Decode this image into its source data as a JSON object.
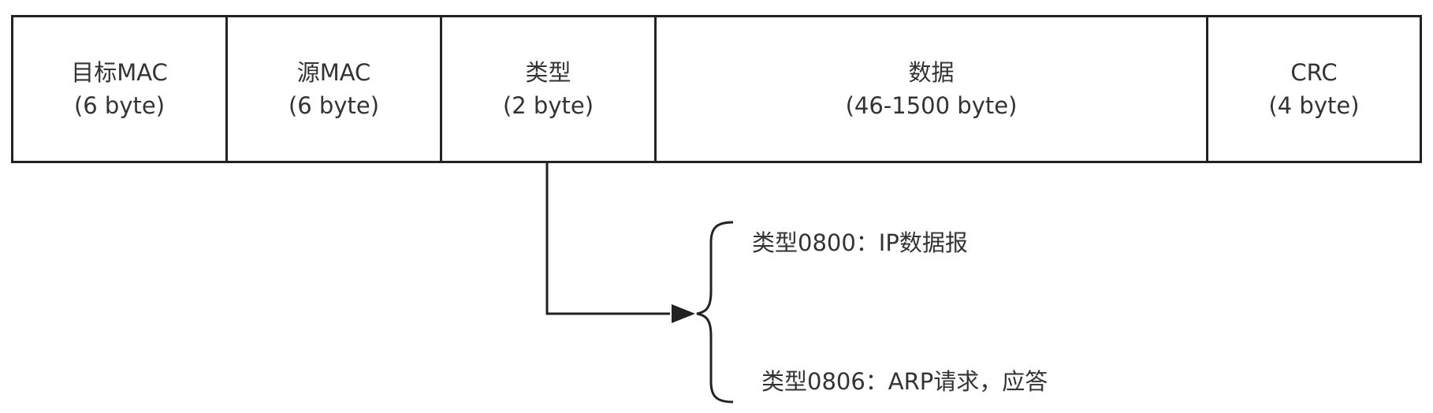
{
  "frame_fields": [
    {
      "name": "目标MAC",
      "size": "(6 byte)"
    },
    {
      "name": "源MAC",
      "size": "(6 byte)"
    },
    {
      "name": "类型",
      "size": "(2 byte)"
    },
    {
      "name": "数据",
      "size": "(46-1500 byte)"
    },
    {
      "name": "CRC",
      "size": "(4 byte)"
    }
  ],
  "type_values": [
    "类型0800：IP数据报",
    "类型0806：ARP请求，应答"
  ],
  "colors": {
    "line": "#222222",
    "text": "#333333",
    "background": "#ffffff"
  }
}
